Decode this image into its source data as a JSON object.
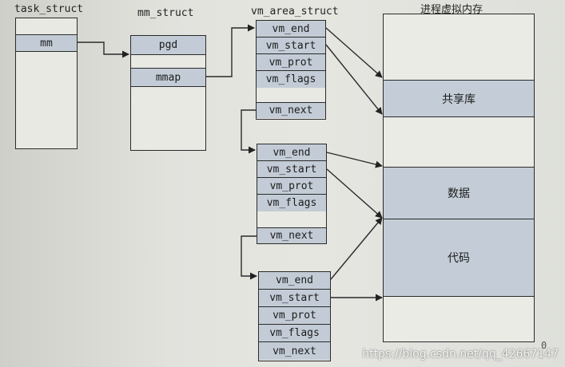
{
  "task_struct": {
    "title": "task_struct",
    "field": "mm"
  },
  "mm_struct": {
    "title": "mm_struct",
    "fields": [
      "pgd",
      "mmap"
    ]
  },
  "vm_area_struct": {
    "title": "vm_area_struct",
    "areas": [
      {
        "fields": [
          "vm_end",
          "vm_start",
          "vm_prot",
          "vm_flags"
        ],
        "next": "vm_next"
      },
      {
        "fields": [
          "vm_end",
          "vm_start",
          "vm_prot",
          "vm_flags"
        ],
        "next": "vm_next"
      },
      {
        "fields": [
          "vm_end",
          "vm_start",
          "vm_prot",
          "vm_flags",
          "vm_next"
        ]
      }
    ]
  },
  "virtual_memory": {
    "title": "进程虚拟内存",
    "regions": [
      "共享库",
      "数据",
      "代码"
    ]
  },
  "page_number": "0",
  "watermark": "https://blog.csdn.net/qq_42667147"
}
